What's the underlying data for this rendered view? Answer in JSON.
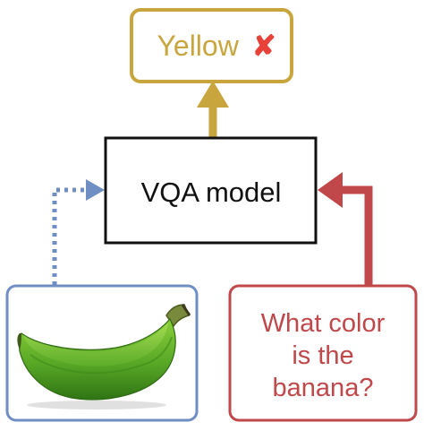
{
  "diagram": {
    "output": {
      "label": "Yellow",
      "wrong_mark": "✘",
      "color": "#c9a53e",
      "mark_color": "#e8413a"
    },
    "model": {
      "label": "VQA model",
      "border_color": "#111111"
    },
    "question": {
      "lines": [
        "What color",
        "is the",
        "banana?"
      ],
      "color": "#c0474a"
    },
    "image_input": {
      "icon": "banana-image",
      "border_color": "#6f8fc4"
    },
    "edges": [
      {
        "from": "model",
        "to": "output",
        "style": "solid",
        "color": "#c9a53e"
      },
      {
        "from": "image_input",
        "to": "model",
        "style": "dotted",
        "color": "#6f8fc4"
      },
      {
        "from": "question",
        "to": "model",
        "style": "solid",
        "color": "#c0474a"
      }
    ]
  }
}
